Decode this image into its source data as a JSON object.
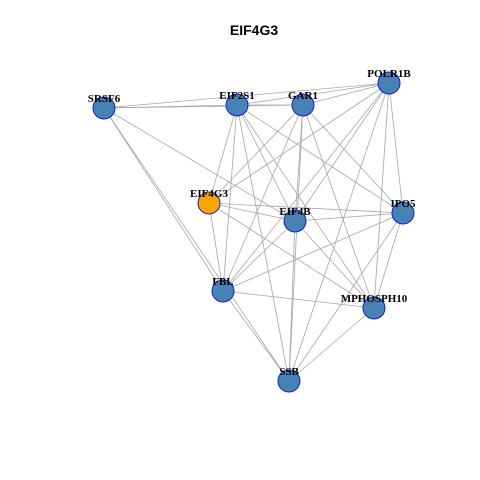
{
  "title": "EIF4G3",
  "colors": {
    "node_fill": "#4682b4",
    "focus_fill": "#ffa500",
    "node_stroke": "#1c1cc4",
    "edge": "#a6a6a6"
  },
  "nodes": [
    {
      "id": "EIF4G3",
      "label": "EIF4G3",
      "focus": true
    },
    {
      "id": "SRSF6",
      "label": "SRSF6",
      "focus": false
    },
    {
      "id": "EIF2S1",
      "label": "EIF2S1",
      "focus": false
    },
    {
      "id": "GAR1",
      "label": "GAR1",
      "focus": false
    },
    {
      "id": "POLR1B",
      "label": "POLR1B",
      "focus": false
    },
    {
      "id": "EIF4B",
      "label": "EIF4B",
      "focus": false
    },
    {
      "id": "IPO5",
      "label": "IPO5",
      "focus": false
    },
    {
      "id": "FBL",
      "label": "FBL",
      "focus": false
    },
    {
      "id": "MPHOSPH10",
      "label": "MPHOSPH10",
      "focus": false
    },
    {
      "id": "SSB",
      "label": "SSB",
      "focus": false
    }
  ],
  "edges": [
    [
      "SRSF6",
      "EIF2S1"
    ],
    [
      "SRSF6",
      "GAR1"
    ],
    [
      "SRSF6",
      "POLR1B"
    ],
    [
      "SRSF6",
      "EIF4B"
    ],
    [
      "SRSF6",
      "FBL"
    ],
    [
      "SRSF6",
      "SSB"
    ],
    [
      "EIF2S1",
      "GAR1"
    ],
    [
      "EIF2S1",
      "POLR1B"
    ],
    [
      "EIF2S1",
      "EIF4B"
    ],
    [
      "EIF2S1",
      "IPO5"
    ],
    [
      "EIF2S1",
      "FBL"
    ],
    [
      "EIF2S1",
      "MPHOSPH10"
    ],
    [
      "EIF2S1",
      "SSB"
    ],
    [
      "EIF2S1",
      "EIF4G3"
    ],
    [
      "GAR1",
      "POLR1B"
    ],
    [
      "GAR1",
      "EIF4B"
    ],
    [
      "GAR1",
      "IPO5"
    ],
    [
      "GAR1",
      "FBL"
    ],
    [
      "GAR1",
      "MPHOSPH10"
    ],
    [
      "GAR1",
      "SSB"
    ],
    [
      "GAR1",
      "EIF4G3"
    ],
    [
      "POLR1B",
      "EIF4B"
    ],
    [
      "POLR1B",
      "IPO5"
    ],
    [
      "POLR1B",
      "FBL"
    ],
    [
      "POLR1B",
      "MPHOSPH10"
    ],
    [
      "POLR1B",
      "SSB"
    ],
    [
      "POLR1B",
      "EIF4G3"
    ],
    [
      "EIF4G3",
      "EIF4B"
    ],
    [
      "EIF4G3",
      "IPO5"
    ],
    [
      "EIF4G3",
      "MPHOSPH10"
    ],
    [
      "EIF4G3",
      "FBL"
    ],
    [
      "EIF4B",
      "IPO5"
    ],
    [
      "EIF4B",
      "FBL"
    ],
    [
      "EIF4B",
      "MPHOSPH10"
    ],
    [
      "EIF4B",
      "SSB"
    ],
    [
      "IPO5",
      "FBL"
    ],
    [
      "IPO5",
      "MPHOSPH10"
    ],
    [
      "IPO5",
      "SSB"
    ],
    [
      "FBL",
      "MPHOSPH10"
    ],
    [
      "FBL",
      "SSB"
    ],
    [
      "MPHOSPH10",
      "SSB"
    ]
  ]
}
